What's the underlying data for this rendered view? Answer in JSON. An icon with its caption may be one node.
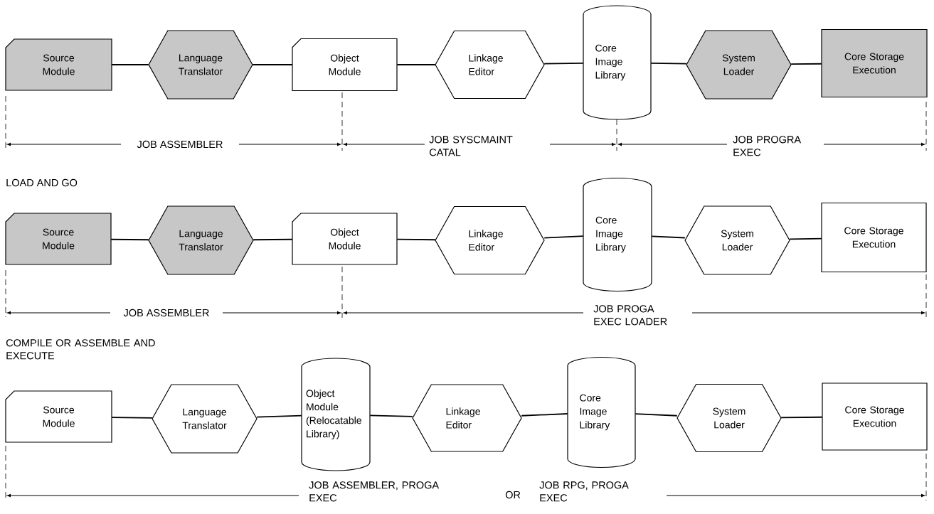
{
  "diagram": {
    "nodes": [
      {
        "text": [
          "Source Module"
        ]
      },
      {
        "text": [
          "Language Translator"
        ]
      },
      {
        "text": [
          "Object Module"
        ]
      },
      {
        "text": [
          "Linkage Editor"
        ]
      },
      {
        "text": [
          "Core Image Library"
        ]
      },
      {
        "text": [
          "System Loader"
        ]
      },
      {
        "text": [
          "Core Storage Execution"
        ]
      },
      {
        "text": [
          "Source Module"
        ]
      },
      {
        "text": [
          "Language Translator"
        ]
      },
      {
        "text": [
          "Object Module"
        ]
      },
      {
        "text": [
          "Linkage Editor"
        ]
      },
      {
        "text": [
          "Core Image Library"
        ]
      },
      {
        "text": [
          "System Loader"
        ]
      },
      {
        "text": [
          "Core Storage Execution"
        ]
      },
      {
        "text": [
          "Source Module"
        ]
      },
      {
        "text": [
          "Language Translator"
        ]
      },
      {
        "text": [
          "Object Module (Relocatable Library)"
        ]
      },
      {
        "text": [
          "Linkage Editor"
        ]
      },
      {
        "text": [
          "Core Image Library"
        ]
      },
      {
        "text": [
          "System Loader"
        ]
      },
      {
        "text": [
          "Core Storage Execution"
        ]
      }
    ],
    "edges": [
      {
        "from": 0,
        "to": 1,
        "arrow": "none"
      },
      {
        "from": 1,
        "to": 2,
        "arrow": "none"
      },
      {
        "from": 2,
        "to": 3,
        "arrow": "none"
      },
      {
        "from": 3,
        "to": 4,
        "arrow": "none"
      },
      {
        "from": 4,
        "to": 5,
        "arrow": "none"
      },
      {
        "from": 5,
        "to": 6,
        "arrow": "none"
      },
      {
        "from": 7,
        "to": 8,
        "arrow": "none"
      },
      {
        "from": 8,
        "to": 9,
        "arrow": "none"
      },
      {
        "from": 9,
        "to": 10,
        "arrow": "none"
      },
      {
        "from": 10,
        "to": 11,
        "arrow": "none"
      },
      {
        "from": 11,
        "to": 12,
        "arrow": "none"
      },
      {
        "from": 12,
        "to": 13,
        "arrow": "none"
      },
      {
        "from": 14,
        "to": 15,
        "arrow": "none"
      },
      {
        "from": 15,
        "to": 16,
        "arrow": "none"
      },
      {
        "from": 16,
        "to": 17,
        "arrow": "none"
      },
      {
        "from": 17,
        "to": 18,
        "arrow": "none"
      },
      {
        "from": 18,
        "to": 19,
        "arrow": "none"
      },
      {
        "from": 19,
        "to": 20,
        "arrow": "none"
      }
    ],
    "labels": [
      "JOB ASSEMBLER",
      "JOB SYSCMAINT CATAL",
      "JOB PROGRA EXEC",
      "LOAD AND GO",
      "JOB ASSEMBLER",
      "JOB PROGA EXEC LOADER",
      "COMPILE OR ASSEMBLE AND EXECUTE",
      "JOB ASSEMBLER, PROGA EXEC",
      "OR",
      "JOB RPG, PROGA EXEC"
    ]
  }
}
